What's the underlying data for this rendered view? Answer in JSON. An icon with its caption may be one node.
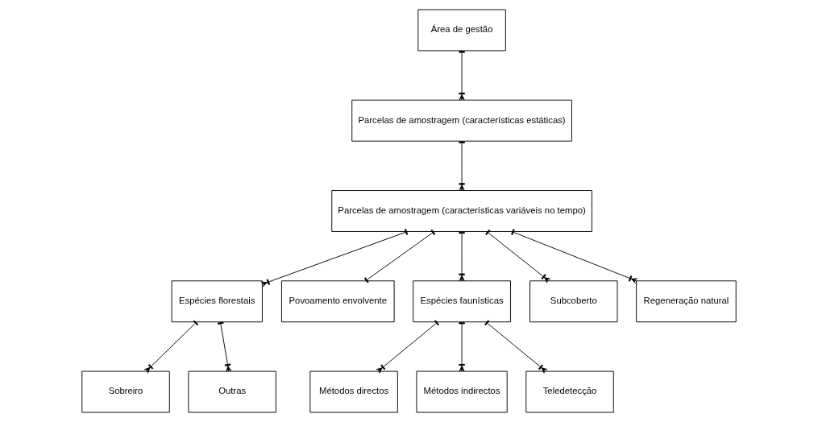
{
  "diagram": {
    "nodes": [
      {
        "text": [
          "Área de gestão"
        ]
      },
      {
        "text": [
          "Parcelas de amostragem (características estáticas)"
        ]
      },
      {
        "text": [
          "Parcelas de amostragem (características variáveis no tempo)"
        ]
      },
      {
        "text": [
          "Espécies florestais"
        ]
      },
      {
        "text": [
          "Povoamento envolvente"
        ]
      },
      {
        "text": [
          "Espécies faunísticas"
        ]
      },
      {
        "text": [
          "Subcoberto"
        ]
      },
      {
        "text": [
          "Regeneração natural"
        ]
      },
      {
        "text": [
          "Sobreiro"
        ]
      },
      {
        "text": [
          "Outras"
        ]
      },
      {
        "text": [
          "Métodos directos"
        ]
      },
      {
        "text": [
          "Métodos indirectos"
        ]
      },
      {
        "text": [
          "Teledetecção"
        ]
      }
    ],
    "edges": [
      {
        "from": 0,
        "to": 1,
        "arrow": "other"
      },
      {
        "from": 1,
        "to": 2,
        "arrow": "other"
      },
      {
        "from": 2,
        "to": 3,
        "arrow": "other"
      },
      {
        "from": 2,
        "to": 4,
        "arrow": "other"
      },
      {
        "from": 2,
        "to": 5,
        "arrow": "other"
      },
      {
        "from": 2,
        "to": 6,
        "arrow": "other"
      },
      {
        "from": 2,
        "to": 7,
        "arrow": "other"
      },
      {
        "from": 3,
        "to": 8,
        "arrow": "other"
      },
      {
        "from": 3,
        "to": 9,
        "arrow": "other"
      },
      {
        "from": 5,
        "to": 10,
        "arrow": "other"
      },
      {
        "from": 5,
        "to": 11,
        "arrow": "other"
      },
      {
        "from": 5,
        "to": 12,
        "arrow": "other"
      }
    ]
  }
}
